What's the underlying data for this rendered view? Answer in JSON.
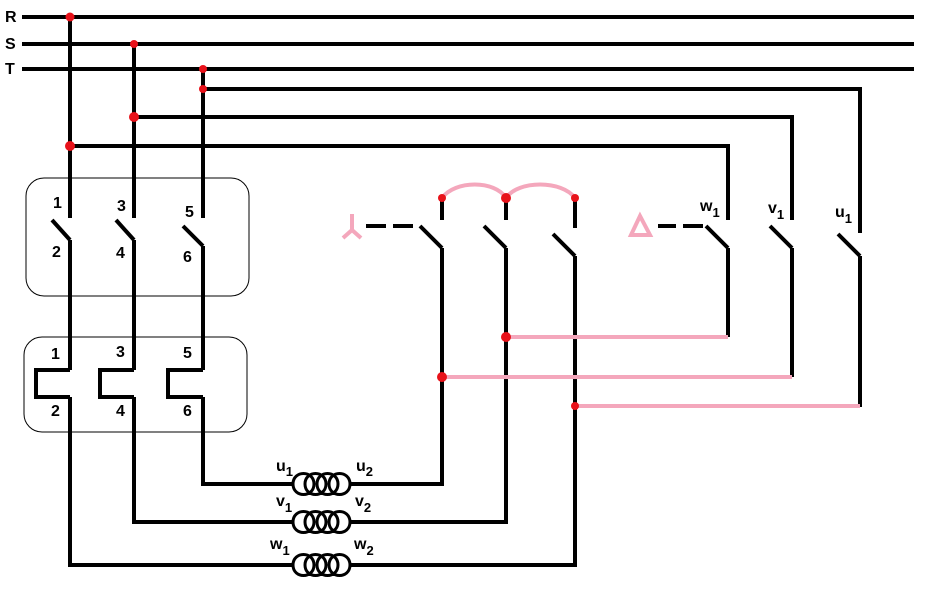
{
  "phases": {
    "r": "R",
    "s": "S",
    "t": "T"
  },
  "contactor_main": {
    "l1": "1",
    "l2": "2",
    "l3": "3",
    "l4": "4",
    "l5": "5",
    "l6": "6"
  },
  "contactor_bypass": {
    "l1": "1",
    "l2": "2",
    "l3": "3",
    "l4": "4",
    "l5": "5",
    "l6": "6"
  },
  "star_switch": {
    "symbol": "star"
  },
  "delta_switch": {
    "symbol": "delta",
    "w": {
      "base": "w",
      "sub": "1"
    },
    "v": {
      "base": "v",
      "sub": "1"
    },
    "u": {
      "base": "u",
      "sub": "1"
    }
  },
  "motor": {
    "u1": {
      "base": "u",
      "sub": "1"
    },
    "u2": {
      "base": "u",
      "sub": "2"
    },
    "v1": {
      "base": "v",
      "sub": "1"
    },
    "v2": {
      "base": "v",
      "sub": "2"
    },
    "w1": {
      "base": "w",
      "sub": "1"
    },
    "w2": {
      "base": "w",
      "sub": "2"
    }
  },
  "colors": {
    "wire": "#000000",
    "link": "#f4a7bc",
    "junction": "#e8121a"
  }
}
